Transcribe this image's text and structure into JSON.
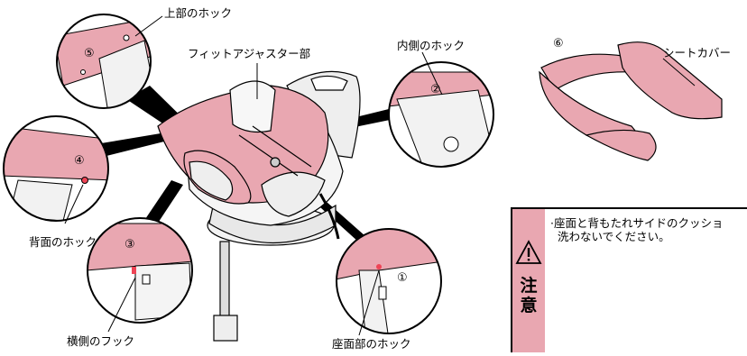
{
  "labels": {
    "top_hook": "上部のホック",
    "fit_adjuster": "フィットアジャスター部",
    "inner_hook": "内側のホック",
    "seat_cover": "シートカバー",
    "back_hook": "背面のホック",
    "side_hook": "横側のフック",
    "seat_hook": "座面部のホック"
  },
  "numbers": {
    "n1": "①",
    "n2": "②",
    "n3": "③",
    "n4": "④",
    "n5": "⑤",
    "n6": "⑥"
  },
  "caution": {
    "title": "注意",
    "text_line1": "·座面と背もたれサイドのクッショ",
    "text_line2": "  洗わないでください。"
  },
  "colors": {
    "pink": "#e9a7b1",
    "dark_pink": "#d98a97",
    "line": "#000000"
  }
}
